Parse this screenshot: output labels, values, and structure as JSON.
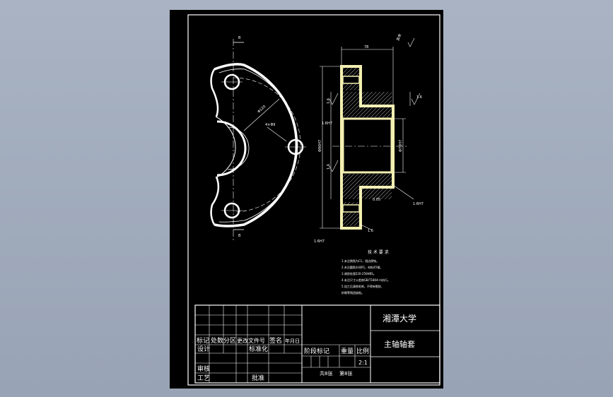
{
  "viewport": {
    "background": "#9aa5b6"
  },
  "sheet": {
    "paper_color": "#000000",
    "line_color": "#ffffff",
    "section_color": "#f3efb0"
  },
  "drawing": {
    "section_mark": "B",
    "surface_mark": "其余",
    "dims": {
      "top_width": "78",
      "roughness_a": "1.6",
      "roughness_b": "1.6",
      "roughness_c": "1.6",
      "left_a": "1.6",
      "left_b": "1.6",
      "left_dia": "Φ90H7",
      "bottom_left": "1.6H7",
      "bore": "Φ70H7",
      "small_a": "1.6H7",
      "small_b": "1.6H7",
      "small_c": "0.05",
      "pcd": "Φ120",
      "hole": "4×Φ9"
    }
  },
  "tech_requirements": {
    "heading": "技 术 要 求",
    "lines": [
      "1.未注倒角为C1，锐边倒钝。",
      "2.未注圆角半径R1，材料45钢。",
      "3.调质处理220-250HBS。",
      "4.未注尺寸公差按GB/T1804-m执行。",
      "5.加工后清除毛刺，不得有裂纹、",
      "   砂眼等铸造缺陷。"
    ]
  },
  "title_block": {
    "school": "湘潭大学",
    "part_name": "主轴轴套",
    "row_labels": [
      "标记",
      "处数",
      "分区",
      "更改文件号",
      "签名",
      "年月日"
    ],
    "left_labels": [
      "设计",
      "标准化",
      "审核",
      "工艺",
      "批准"
    ],
    "stage_labels": [
      "阶段标记",
      "重量",
      "比例"
    ],
    "scale": "2:1",
    "sheet_total": "共8张",
    "sheet_no": "第8张"
  }
}
